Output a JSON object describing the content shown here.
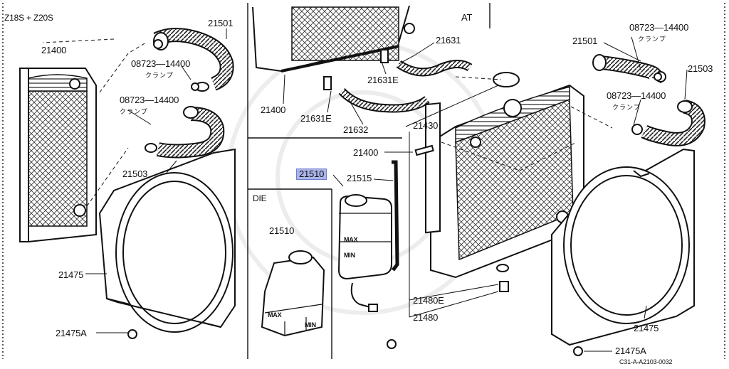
{
  "header": {
    "model_variant": "Z18S + Z20S",
    "variant_at": "AT",
    "variant_diesel": "DIE"
  },
  "footer": {
    "diagram_code": "C31-A-A2103-0032"
  },
  "callouts": {
    "l_21501": "21501",
    "l_21400": "21400",
    "l_clamp1_num": "08723—14400",
    "l_clamp1_jp": "クランプ",
    "l_clamp2_num": "08723—14400",
    "l_clamp2_jp": "クランプ",
    "l_21503": "21503",
    "l_21475": "21475",
    "l_21475A": "21475A",
    "at_21631": "21631",
    "at_21631E_a": "21631E",
    "at_21400": "21400",
    "at_21631E_b": "21631E",
    "at_21632": "21632",
    "c_21510_hl": "21510",
    "c_21515": "21515",
    "c_21400": "21400",
    "c_21430": "21430",
    "d_21510": "21510",
    "c_21480E": "21480E",
    "c_21480": "21480",
    "r_clamp1_num": "08723—14400",
    "r_clamp1_jp": "クランプ",
    "r_21501": "21501",
    "r_21503": "21503",
    "r_clamp2_num": "08723—14400",
    "r_clamp2_jp": "クランプ",
    "r_21475": "21475",
    "r_21475A": "21475A",
    "tank_max": "MAX",
    "tank_min": "MIN",
    "tank2_max": "MAX",
    "tank2_min": "MIN"
  }
}
